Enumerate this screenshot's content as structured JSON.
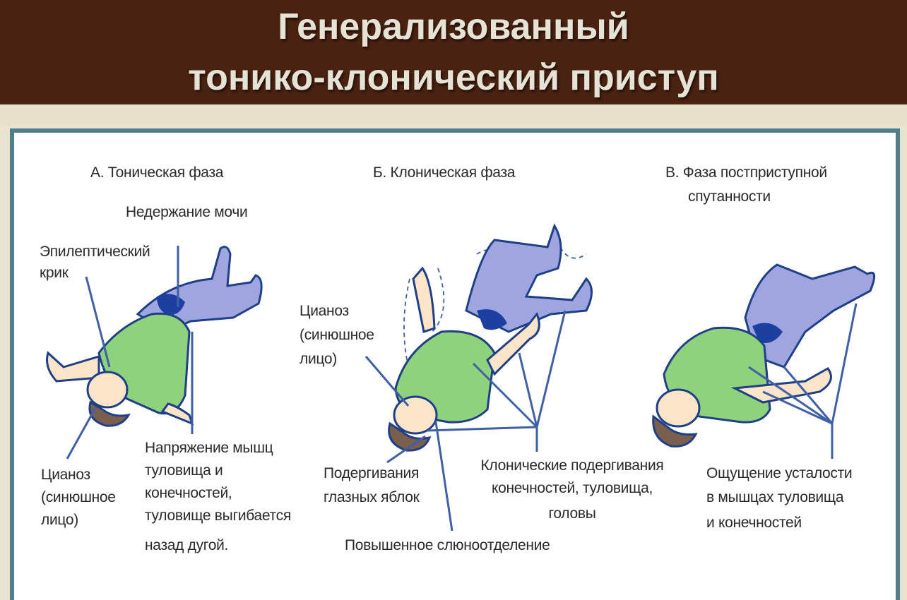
{
  "title": {
    "line1": "Генерализованный",
    "line2": "тонико-клонический приступ"
  },
  "phases": {
    "a": {
      "heading": "А. Тоническая фаза",
      "labels": {
        "incontinence": "Недержание мочи",
        "cry_1": "Эпилептический",
        "cry_2": "крик",
        "cyanosis_1": "Цианоз",
        "cyanosis_2": "(синюшное",
        "cyanosis_3": "лицо)",
        "tension_1": "Напряжение мышц",
        "tension_2": "туловища и",
        "tension_3": "конечностей,",
        "tension_4": "туловище выгибается",
        "tension_5": "назад дугой."
      }
    },
    "b": {
      "heading": "Б. Клоническая фаза",
      "labels": {
        "cyanosis_1": "Цианоз",
        "cyanosis_2": "(синюшное",
        "cyanosis_3": "лицо)",
        "eyes_1": "Подергивания",
        "eyes_2": "глазных яблок",
        "clonic_1": "Клонические подергивания",
        "clonic_2": "конечностей, туловища,",
        "clonic_3": "головы",
        "saliva": "Повышенное слюноотделение"
      }
    },
    "c": {
      "heading_1": "В. Фаза постприступной",
      "heading_2": "спутанности",
      "labels": {
        "fatigue_1": "Ощущение усталости",
        "fatigue_2": "в мышцах туловища",
        "fatigue_3": "и конечностей"
      }
    }
  },
  "colors": {
    "banner": "#4a2212",
    "panel_border": "#4f7f8a",
    "shirt": "#8fd27c",
    "pants": "#9fa6df",
    "outline": "#1f3f86"
  }
}
